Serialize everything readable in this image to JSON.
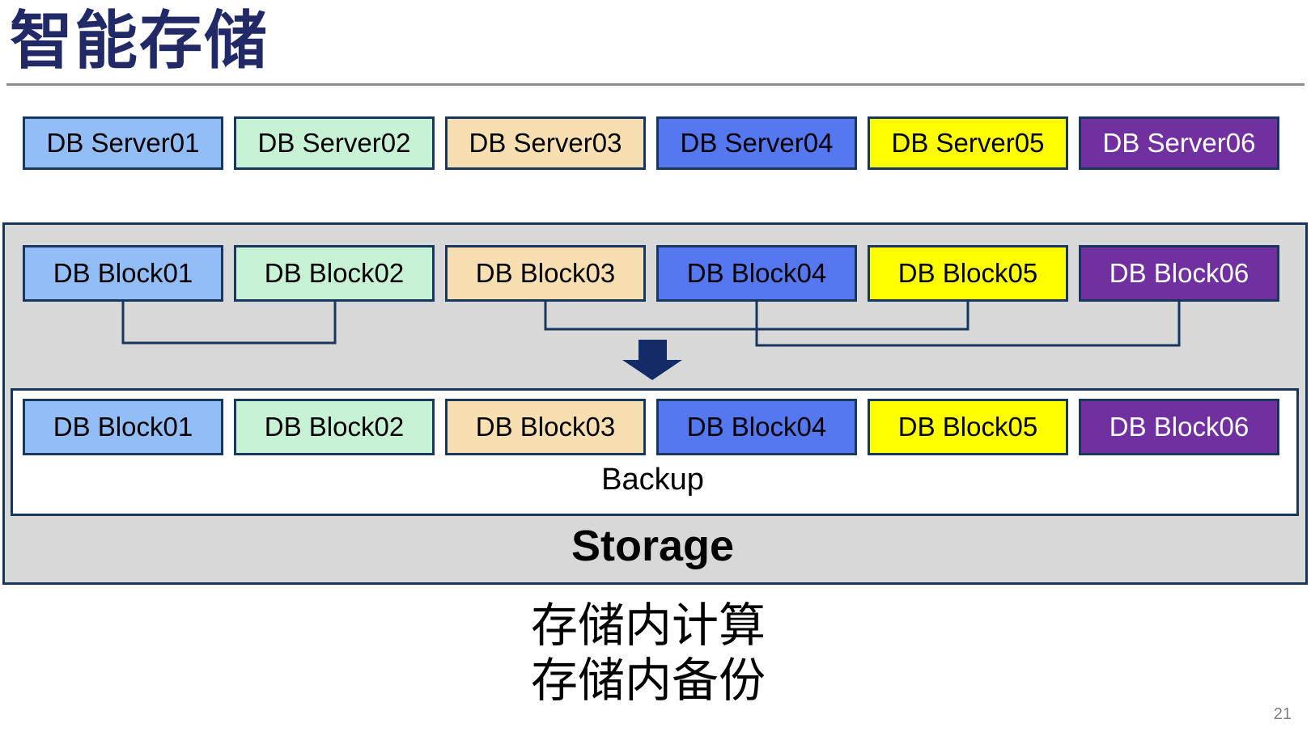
{
  "slide": {
    "title": "智能存储",
    "page_number": "21",
    "caption": {
      "line1": "存储内计算",
      "line2": "存储内备份"
    }
  },
  "server_row": [
    {
      "label": "DB Server01",
      "fill": "#92BDF6",
      "text_color": "#000000"
    },
    {
      "label": "DB Server02",
      "fill": "#C8F2D5",
      "text_color": "#000000"
    },
    {
      "label": "DB Server03",
      "fill": "#F8DFB2",
      "text_color": "#000000"
    },
    {
      "label": "DB Server04",
      "fill": "#5577F0",
      "text_color": "#000000"
    },
    {
      "label": "DB Server05",
      "fill": "#FFFF00",
      "text_color": "#000000"
    },
    {
      "label": "DB Server06",
      "fill": "#7030A0",
      "text_color": "#FFFFFF"
    }
  ],
  "storage": {
    "label": "Storage",
    "backup_label": "Backup",
    "block_row_top": [
      {
        "label": "DB Block01",
        "fill": "#92BDF6",
        "text_color": "#000000"
      },
      {
        "label": "DB Block02",
        "fill": "#C8F2D5",
        "text_color": "#000000"
      },
      {
        "label": "DB Block03",
        "fill": "#F8DFB2",
        "text_color": "#000000"
      },
      {
        "label": "DB Block04",
        "fill": "#5577F0",
        "text_color": "#000000"
      },
      {
        "label": "DB Block05",
        "fill": "#FFFF00",
        "text_color": "#000000"
      },
      {
        "label": "DB Block06",
        "fill": "#7030A0",
        "text_color": "#FFFFFF"
      }
    ],
    "block_row_backup": [
      {
        "label": "DB Block01",
        "fill": "#92BDF6",
        "text_color": "#000000"
      },
      {
        "label": "DB Block02",
        "fill": "#C8F2D5",
        "text_color": "#000000"
      },
      {
        "label": "DB Block03",
        "fill": "#F8DFB2",
        "text_color": "#000000"
      },
      {
        "label": "DB Block04",
        "fill": "#5577F0",
        "text_color": "#000000"
      },
      {
        "label": "DB Block05",
        "fill": "#FFFF00",
        "text_color": "#000000"
      },
      {
        "label": "DB Block06",
        "fill": "#7030A0",
        "text_color": "#FFFFFF"
      }
    ]
  },
  "connections": [
    {
      "from": "DB Block01",
      "to": "DB Block02"
    },
    {
      "from": "DB Block03",
      "to": "DB Block05"
    },
    {
      "from": "DB Block04",
      "to": "DB Block06"
    }
  ],
  "colors": {
    "title": "#212A67",
    "border_navy": "#17375E",
    "arrow_navy": "#132B66",
    "container_gray": "#D8D8D8",
    "rule_gray": "#8C8C8C",
    "page_number_gray": "#7F7F7F"
  }
}
